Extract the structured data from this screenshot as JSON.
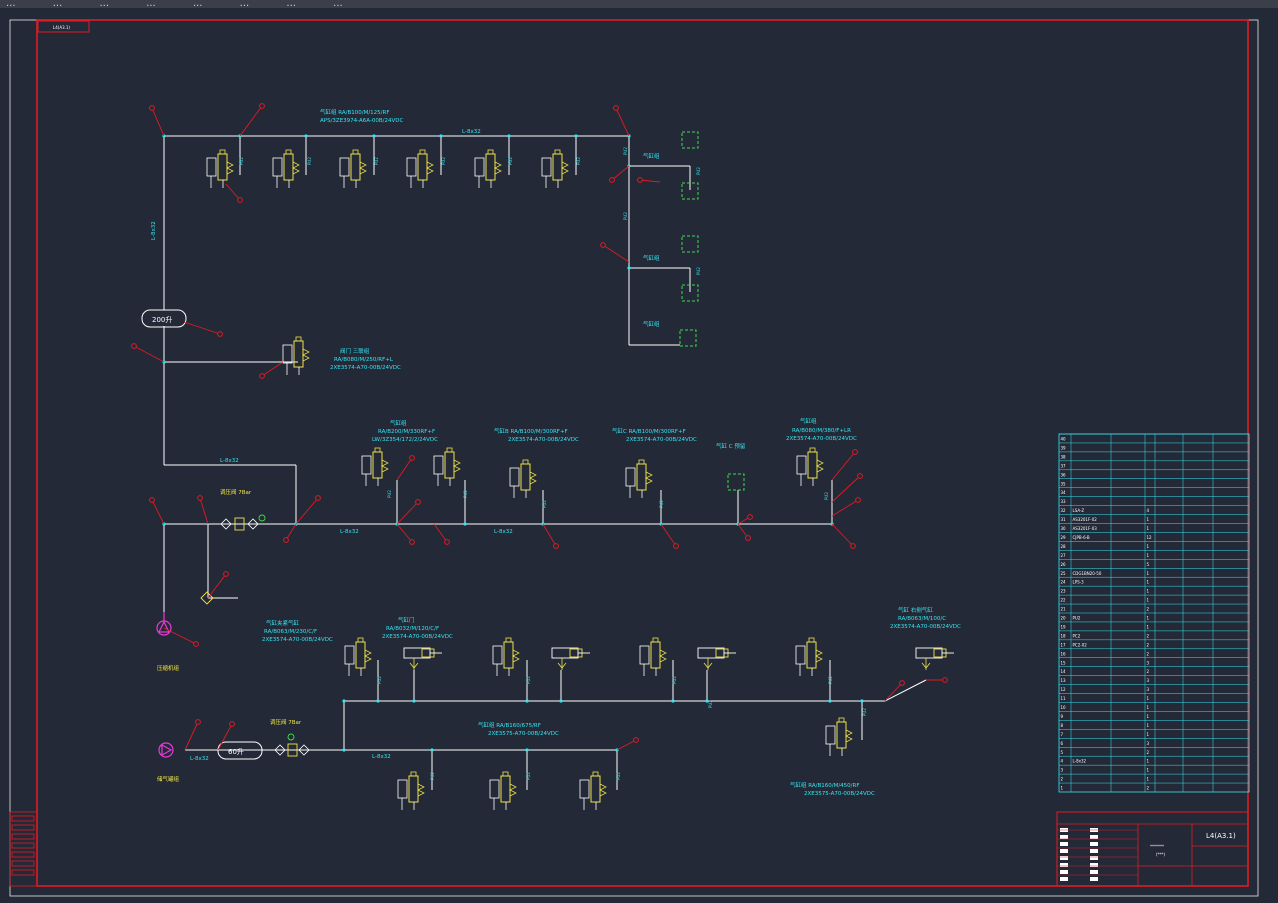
{
  "menu": [
    "...",
    "...",
    "...",
    "...",
    "...",
    "...",
    "...",
    "..."
  ],
  "sheet": {
    "corner_tag": "L4(A3.1)",
    "title_box": "L4(A3.1)",
    "title_main": "*******",
    "title_sub": "(***)"
  },
  "labels": {
    "top_bus": "L-8x32",
    "top_spec_1": "气缸组 RA/B100/M/125/RF",
    "top_spec_2": "APS/3ZE3974-A6A-00B/24VDC",
    "left_pipe_1": "L-8x32",
    "tank_top": "200升",
    "spec_left_1": "阀门 三联组",
    "spec_left_2": "RA/B080/M/250/RF+L",
    "spec_left_3": "2XE3574-A70-00B/24VDC",
    "mid_pipe": "L-8x32",
    "mid_spec_a1": "气缸组",
    "mid_spec_a2": "RA/B200/M/330RF+F",
    "mid_spec_a3": "LW/3Z354/172/2/24VDC",
    "mid_spec_b1": "气缸B RA/B100/M/300RF+F",
    "mid_spec_b2": "2XE3574-A70-00B/24VDC",
    "mid_spec_c1": "气缸C RA/B100/M/300RF+F",
    "mid_spec_c2": "2XE3574-A70-00B/24VDC",
    "mid_spec_d": "气缸 C 预留",
    "mid_spec_e1": "气缸组",
    "mid_spec_e2": "RA/B080/M/380/F+LR",
    "mid_spec_e3": "2XE3574-A70-00B/24VDC",
    "bus_mid_1": "L-8x32",
    "bus_mid_2": "L-8x32",
    "valve_left_label": "调压阀 7Bar",
    "pump_top_label": "压缩机组",
    "low_spec_a1": "气缸夹紧气缸",
    "low_spec_a2": "RA/B063/M/230/C/F",
    "low_spec_a3": "2XE3574-A70-00B/24VDC",
    "low_spec_b1": "气缸门",
    "low_spec_b2": "RA/B032/M/120/C/F",
    "low_spec_b3": "2XE3574-A70-00B/24VDC",
    "low_spec_c1": "气缸 右侧气缸",
    "low_spec_c2": "RA/B063/M/100/C",
    "low_spec_c3": "2XE3574-A70-00B/24VDC",
    "low_spec_d1": "气缸组 RA/B160/675/RF",
    "low_spec_d2": "2XE3575-A70-00B/24VDC",
    "low_spec_e1": "气缸组 RA/B160/M/450/RF",
    "low_spec_e2": "2XE3575-A70-00B/24VDC",
    "valve_low_label": "调压阀 7Bar",
    "tank_low": "60升",
    "pipe_low": "L-8x32",
    "pipe_low2": "L-8x32",
    "pump_low_label": "储气罐组",
    "right_group_1": "气缸组",
    "right_group_2": "气缸组",
    "right_group_3": "气缸组",
    "vert_label": "PU2"
  },
  "bom_rows": [
    [
      "40",
      "",
      "",
      "",
      "",
      ""
    ],
    [
      "39",
      "",
      "",
      "",
      "",
      ""
    ],
    [
      "38",
      "",
      "",
      "",
      "",
      ""
    ],
    [
      "37",
      "",
      "",
      "",
      "",
      ""
    ],
    [
      "36",
      "",
      "",
      "",
      "",
      ""
    ],
    [
      "35",
      "",
      "",
      "",
      "",
      ""
    ],
    [
      "34",
      "",
      "",
      "",
      "",
      ""
    ],
    [
      "33",
      "",
      "",
      "",
      "",
      ""
    ],
    [
      "32",
      "LSA-Z",
      "",
      "4",
      "",
      ""
    ],
    [
      "31",
      "AS3201F-02",
      "",
      "1",
      "",
      ""
    ],
    [
      "30",
      "AS3201F-03",
      "",
      "1",
      "",
      ""
    ],
    [
      "29",
      "CJPB-6-B",
      "",
      "12",
      "",
      ""
    ],
    [
      "28",
      "",
      "",
      "1",
      "",
      ""
    ],
    [
      "27",
      "",
      "",
      "1",
      "",
      ""
    ],
    [
      "26",
      "",
      "",
      "5",
      "",
      ""
    ],
    [
      "25",
      "CDG1BN20-50",
      "",
      "1",
      "",
      ""
    ],
    [
      "24",
      "LPS-3",
      "",
      "1",
      "",
      ""
    ],
    [
      "23",
      "",
      "",
      "1",
      "",
      ""
    ],
    [
      "22",
      "",
      "",
      "1",
      "",
      ""
    ],
    [
      "21",
      "",
      "",
      "2",
      "",
      ""
    ],
    [
      "20",
      "PU2",
      "",
      "1",
      "",
      ""
    ],
    [
      "19",
      "",
      "",
      "1",
      "",
      ""
    ],
    [
      "18",
      "PC2",
      "",
      "2",
      "",
      ""
    ],
    [
      "17",
      "PC2-02",
      "",
      "2",
      "",
      ""
    ],
    [
      "16",
      "",
      "",
      "2",
      "",
      ""
    ],
    [
      "15",
      "",
      "",
      "3",
      "",
      ""
    ],
    [
      "14",
      "",
      "",
      "2",
      "",
      ""
    ],
    [
      "13",
      "",
      "",
      "3",
      "",
      ""
    ],
    [
      "12",
      "",
      "",
      "3",
      "",
      ""
    ],
    [
      "11",
      "",
      "",
      "1",
      "",
      ""
    ],
    [
      "10",
      "",
      "",
      "1",
      "",
      ""
    ],
    [
      "9",
      "",
      "",
      "1",
      "",
      ""
    ],
    [
      "8",
      "",
      "",
      "1",
      "",
      ""
    ],
    [
      "7",
      "",
      "",
      "1",
      "",
      ""
    ],
    [
      "6",
      "",
      "",
      "3",
      "",
      ""
    ],
    [
      "5",
      "",
      "",
      "2",
      "",
      ""
    ],
    [
      "4",
      "L-8x32",
      "",
      "1",
      "",
      ""
    ],
    [
      "3",
      "",
      "",
      "1",
      "",
      ""
    ],
    [
      "2",
      "",
      "",
      "1",
      "",
      ""
    ],
    [
      "1",
      "",
      "",
      "2",
      "",
      ""
    ]
  ],
  "title_rows": [
    "",
    "",
    "",
    "",
    "",
    ""
  ],
  "bottom_left_labels": [
    "",
    "",
    "",
    "",
    "",
    "",
    ""
  ]
}
